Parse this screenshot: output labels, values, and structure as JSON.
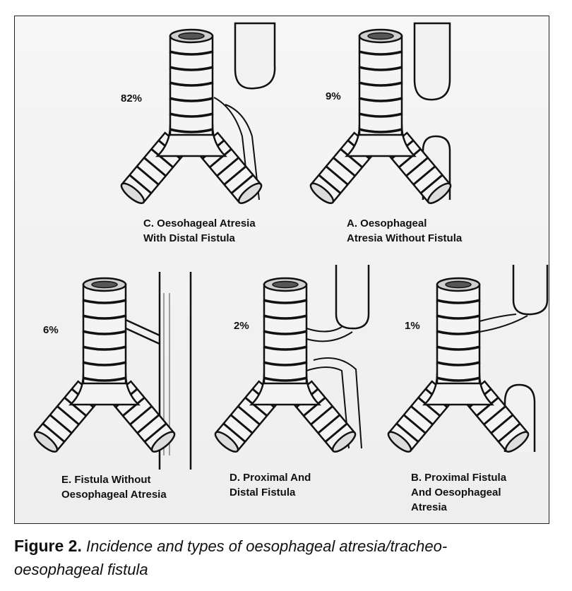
{
  "panels": {
    "c": {
      "percent": "82%",
      "label_line1": "C. Oesohageal Atresia",
      "label_line2": "With Distal Fistula"
    },
    "a": {
      "percent": "9%",
      "label_line1": "A. Oesophageal",
      "label_line2": "Atresia Without Fistula"
    },
    "e": {
      "percent": "6%",
      "label_line1": "E. Fistula Without",
      "label_line2": "Oesophageal Atresia"
    },
    "d": {
      "percent": "2%",
      "label_line1": "D. Proximal And",
      "label_line2": "Distal Fistula"
    },
    "b": {
      "percent": "1%",
      "label_line1": "B. Proximal Fistula",
      "label_line2": "And Oesophageal",
      "label_line3": "Atresia"
    }
  },
  "caption": {
    "figure_number": "Figure 2.",
    "text_line1": "Incidence and types of oesophageal atresia/tracheo-",
    "text_line2": "oesophageal fistula"
  }
}
